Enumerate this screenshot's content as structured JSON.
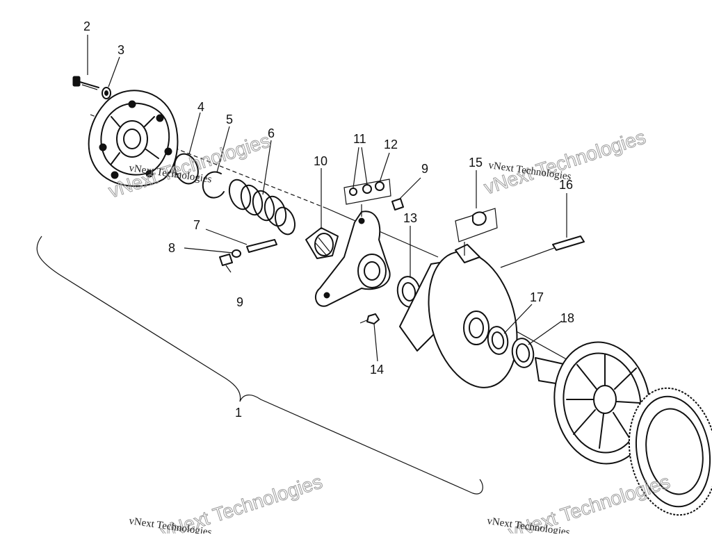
{
  "callouts": [
    {
      "label": "1"
    },
    {
      "label": "2"
    },
    {
      "label": "3"
    },
    {
      "label": "4"
    },
    {
      "label": "5"
    },
    {
      "label": "6"
    },
    {
      "label": "7"
    },
    {
      "label": "8"
    },
    {
      "label": "9"
    },
    {
      "label": "9"
    },
    {
      "label": "10"
    },
    {
      "label": "11"
    },
    {
      "label": "12"
    },
    {
      "label": "13"
    },
    {
      "label": "14"
    },
    {
      "label": "15"
    },
    {
      "label": "16"
    },
    {
      "label": "17"
    },
    {
      "label": "18"
    }
  ],
  "watermarks": [
    {
      "small": "vNext Technologies",
      "big": "vNext Technologies"
    },
    {
      "small": "vNext Technologies",
      "big": "vNext Technologies"
    },
    {
      "small": "vNext Technologies",
      "big": "vNext Technologies"
    },
    {
      "small": "vNext Technologies",
      "big": "vNext Technologies"
    }
  ]
}
